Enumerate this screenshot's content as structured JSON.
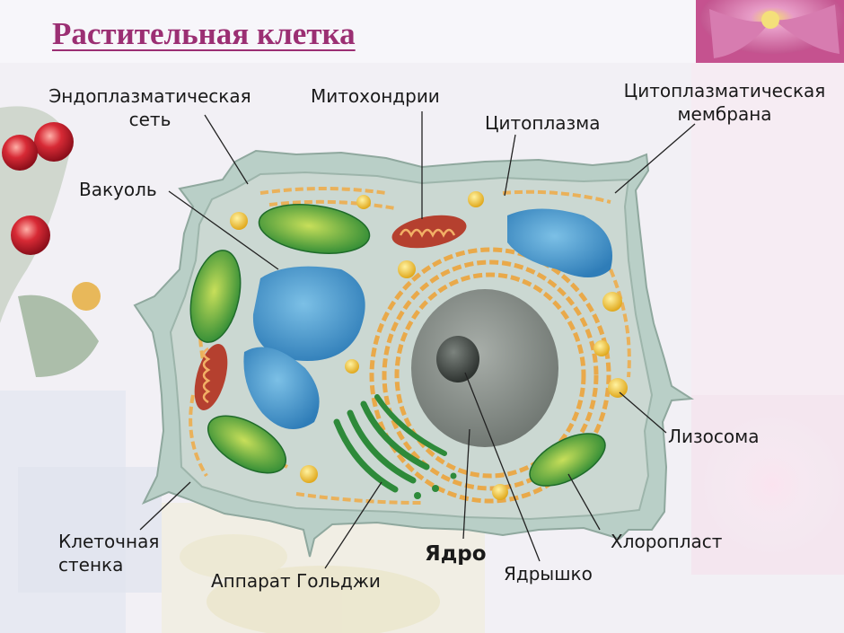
{
  "title": "Растительная клетка",
  "labels": {
    "er": "Эндоплазматическая\nсеть",
    "mitochondria": "Митохондрии",
    "cytoplasm": "Цитоплазма",
    "membrane": "Цитоплазматическая\nмембрана",
    "vacuole": "Вакуоль",
    "lysosome": "Лизосома",
    "chloroplast": "Хлоропласт",
    "nucleolus": "Ядрышко",
    "nucleus": "Ядро",
    "golgi": "Аппарат Гольджи",
    "cell_wall": "Клеточная\nстенка"
  },
  "colors": {
    "title": "#9b2f73",
    "cell_wall": "#b8cfc6",
    "cytoplasm": "#c9d6cf",
    "vacuole": "#4d9ccf",
    "chloroplast": "#7fb43a",
    "mitochondria": "#b5402f",
    "er": "#e9a94a",
    "golgi": "#2e8a3a",
    "nucleus": "#8a918c",
    "nucleolus": "#4a504c"
  }
}
